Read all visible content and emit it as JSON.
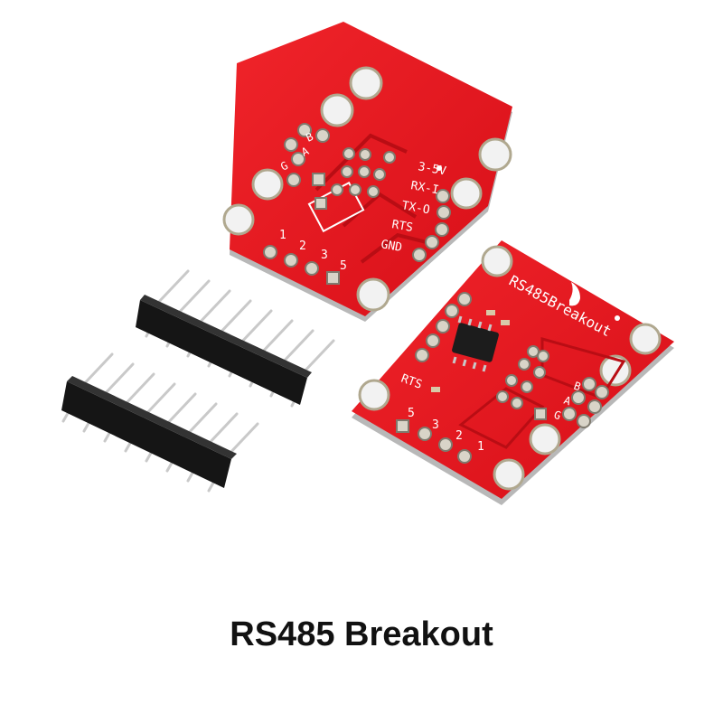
{
  "caption": "RS485 Breakout",
  "board_back": {
    "pin_labels": [
      "B",
      "A",
      "G",
      "3-5V",
      "RX-I",
      "TX-O",
      "RTS",
      "GND"
    ],
    "pin_numbers": [
      "1",
      "2",
      "3",
      "5"
    ]
  },
  "board_front": {
    "title": "RS485Breakout",
    "rts_label": "RTS",
    "side_labels": [
      "B",
      "A",
      "G"
    ],
    "pin_numbers": [
      "5",
      "3",
      "2",
      "1"
    ]
  },
  "colors": {
    "pcb": "#e8141e",
    "pad": "#d9d4c8",
    "header": "#151515",
    "pin": "#c9c9c9",
    "silkscreen": "#ffffff"
  }
}
